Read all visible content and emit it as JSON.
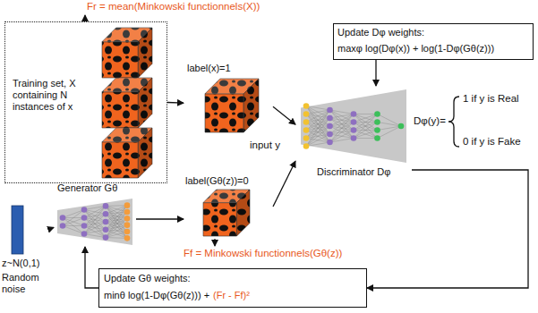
{
  "diagram": {
    "nodes": [
      {
        "text": [
          "Training set, X containing N instances of x"
        ]
      },
      {
        "text": [
          "label(x)=1"
        ]
      },
      {
        "text": [
          "Update Dφ weights:",
          "maxφ log(Dφ(x)) + log(1-Dφ(Gθ(z)))"
        ]
      },
      {
        "text": [
          "Discriminator Dφ"
        ]
      },
      {
        "text": [
          "Generator Gθ"
        ]
      },
      {
        "text": [
          "label(Gθ(z))=0"
        ]
      },
      {
        "text": [
          "z~N(0,1)",
          "Random noise"
        ]
      },
      {
        "text": [
          "Update Gθ weights:",
          "minθ log(1-Dφ(Gθ(z))) +",
          "(Fr - Ff)²"
        ]
      }
    ],
    "edges": [
      {
        "from": 0,
        "to": 1,
        "arrow": "to"
      },
      {
        "from": 1,
        "to": 3,
        "arrow": "to"
      },
      {
        "from": 6,
        "to": 4,
        "arrow": "to"
      },
      {
        "from": 4,
        "to": 5,
        "arrow": "to"
      },
      {
        "from": 5,
        "to": 3,
        "arrow": "to"
      },
      {
        "from": 2,
        "to": 3,
        "arrow": "to"
      },
      {
        "from": 3,
        "to": 7,
        "arrow": "to"
      },
      {
        "from": 7,
        "to": 4,
        "arrow": "to"
      }
    ],
    "labels": [
      "Fr = mean(Minkowski functionnels(X))",
      "input y",
      "Dφ(y)=",
      "1 if y is Real",
      "0 if y is Fake",
      "Ff = Minkowski functionnels(Gθ(z))"
    ]
  }
}
